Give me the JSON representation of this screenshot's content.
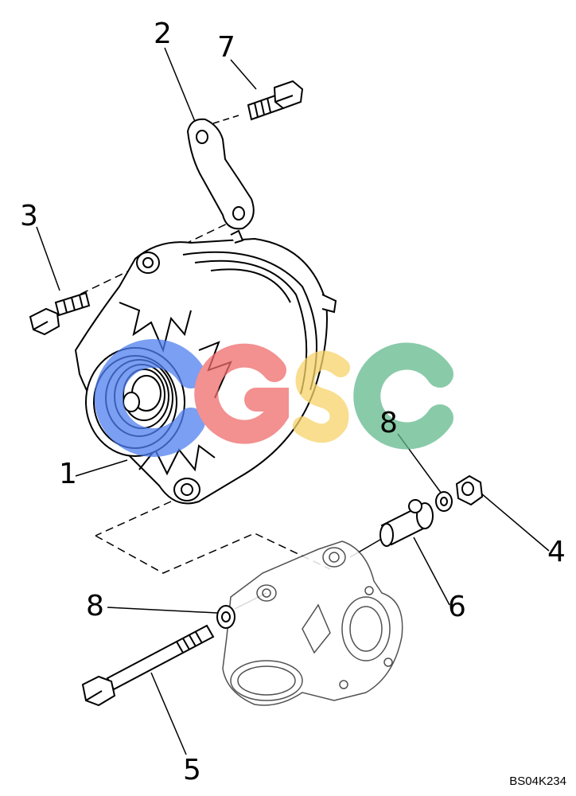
{
  "callouts": {
    "c1": "1",
    "c2": "2",
    "c3": "3",
    "c4": "4",
    "c5": "5",
    "c6": "6",
    "c7": "7",
    "c8a": "8",
    "c8b": "8"
  },
  "reference_code": "BS04K234",
  "watermark": {
    "text": "CGSC",
    "colors": [
      "#4f7ff0",
      "#ef6b6b",
      "#f7d36a",
      "#62b98c"
    ]
  }
}
